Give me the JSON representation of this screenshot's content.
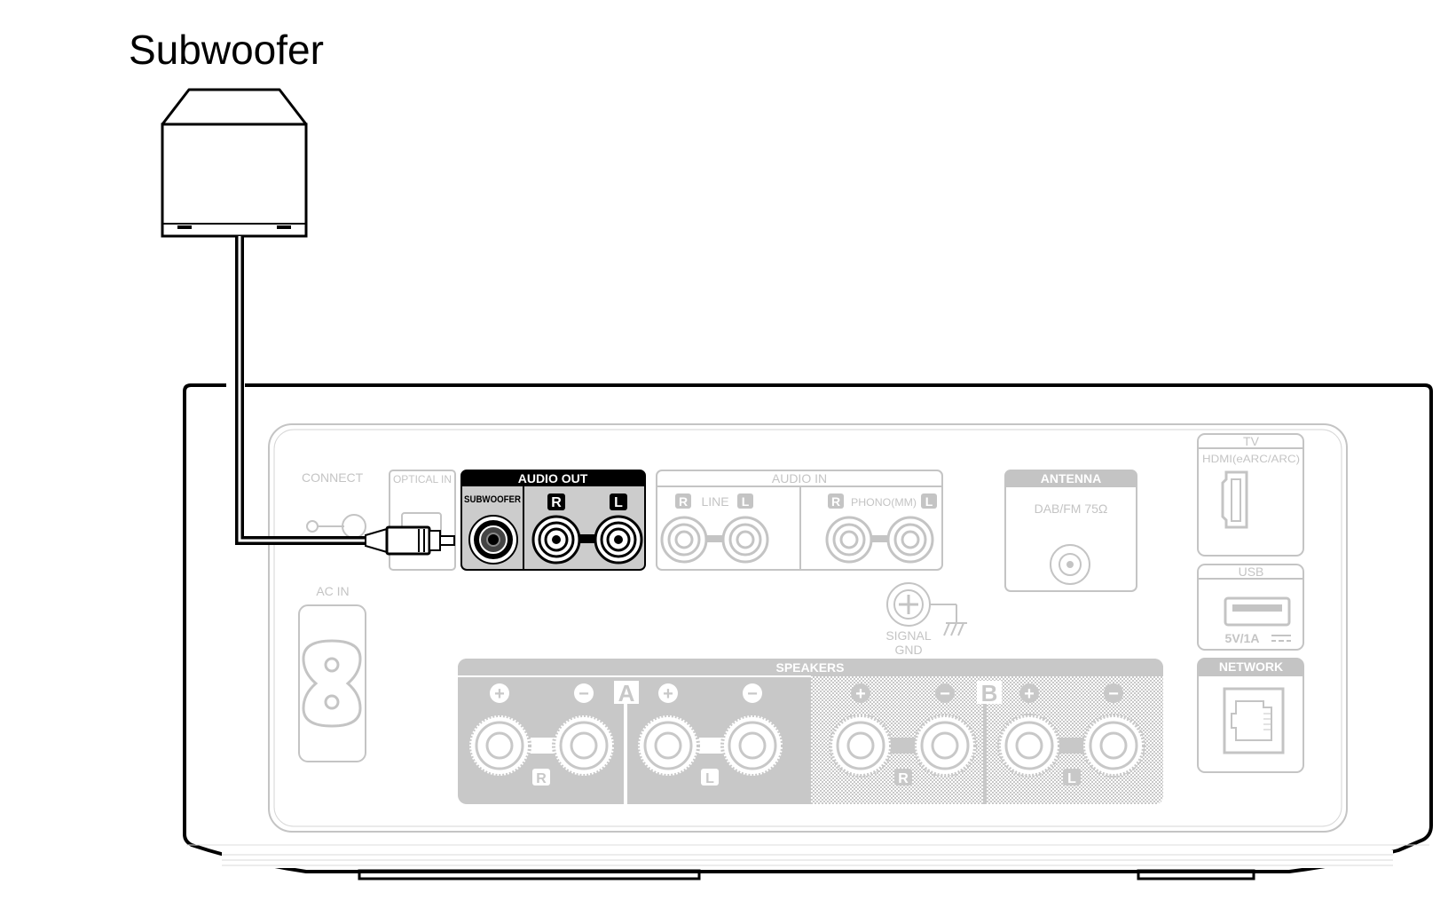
{
  "title": "Subwoofer",
  "device": {
    "connect_label": "CONNECT",
    "optical_in_label": "OPTICAL IN",
    "audio_out": {
      "header": "AUDIO OUT",
      "subwoofer": "SUBWOOFER",
      "r": "R",
      "l": "L"
    },
    "audio_in": {
      "header": "AUDIO IN",
      "r1": "R",
      "line": "LINE",
      "l1": "L",
      "r2": "R",
      "phono": "PHONO(MM)",
      "l2": "L"
    },
    "antenna": {
      "header": "ANTENNA",
      "sub": "DAB/FM 75Ω"
    },
    "tv": {
      "header": "TV",
      "sub": "HDMI(eARC/ARC)"
    },
    "usb": {
      "header": "USB",
      "sub": "5V/1A"
    },
    "network_label": "NETWORK",
    "ac_in_label": "AC IN",
    "signal_gnd": {
      "line1": "SIGNAL",
      "line2": "GND"
    },
    "speakers": {
      "header": "SPEAKERS",
      "group_a": "A",
      "group_b": "B",
      "plus": "+",
      "minus": "−",
      "r": "R",
      "l": "L"
    }
  },
  "colors": {
    "outline": "#000000",
    "faded": "#c4c4c4",
    "panel_fill": "#c8c8c8",
    "active_fill": "#cccccc"
  }
}
